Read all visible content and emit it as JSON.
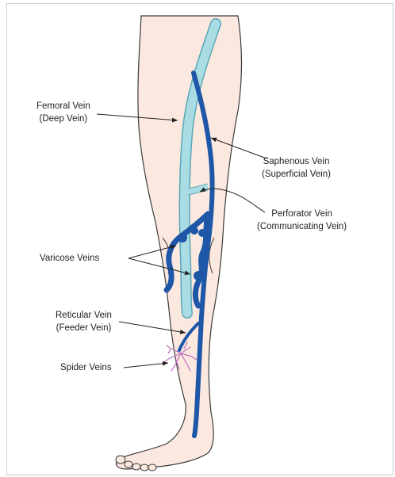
{
  "colors": {
    "skin_fill": "#fbe9df",
    "skin_outline": "#3a3a3a",
    "deep_vein": "#a9dde3",
    "deep_vein_outline": "#5aa6b8",
    "superficial_vein": "#1e56a8",
    "spider_vein": "#c070c0",
    "leader_line": "#222222"
  },
  "labels": {
    "femoral": {
      "line1": "Femoral Vein",
      "line2": "(Deep Vein)"
    },
    "saphenous": {
      "line1": "Saphenous Vein",
      "line2": "(Superficial Vein)"
    },
    "perforator": {
      "line1": "Perforator Vein",
      "line2": "(Communicating Vein)"
    },
    "varicose": {
      "line1": "Varicose Veins"
    },
    "reticular": {
      "line1": "Reticular Vein",
      "line2": "(Feeder Vein)"
    },
    "spider": {
      "line1": "Spider Veins"
    }
  }
}
